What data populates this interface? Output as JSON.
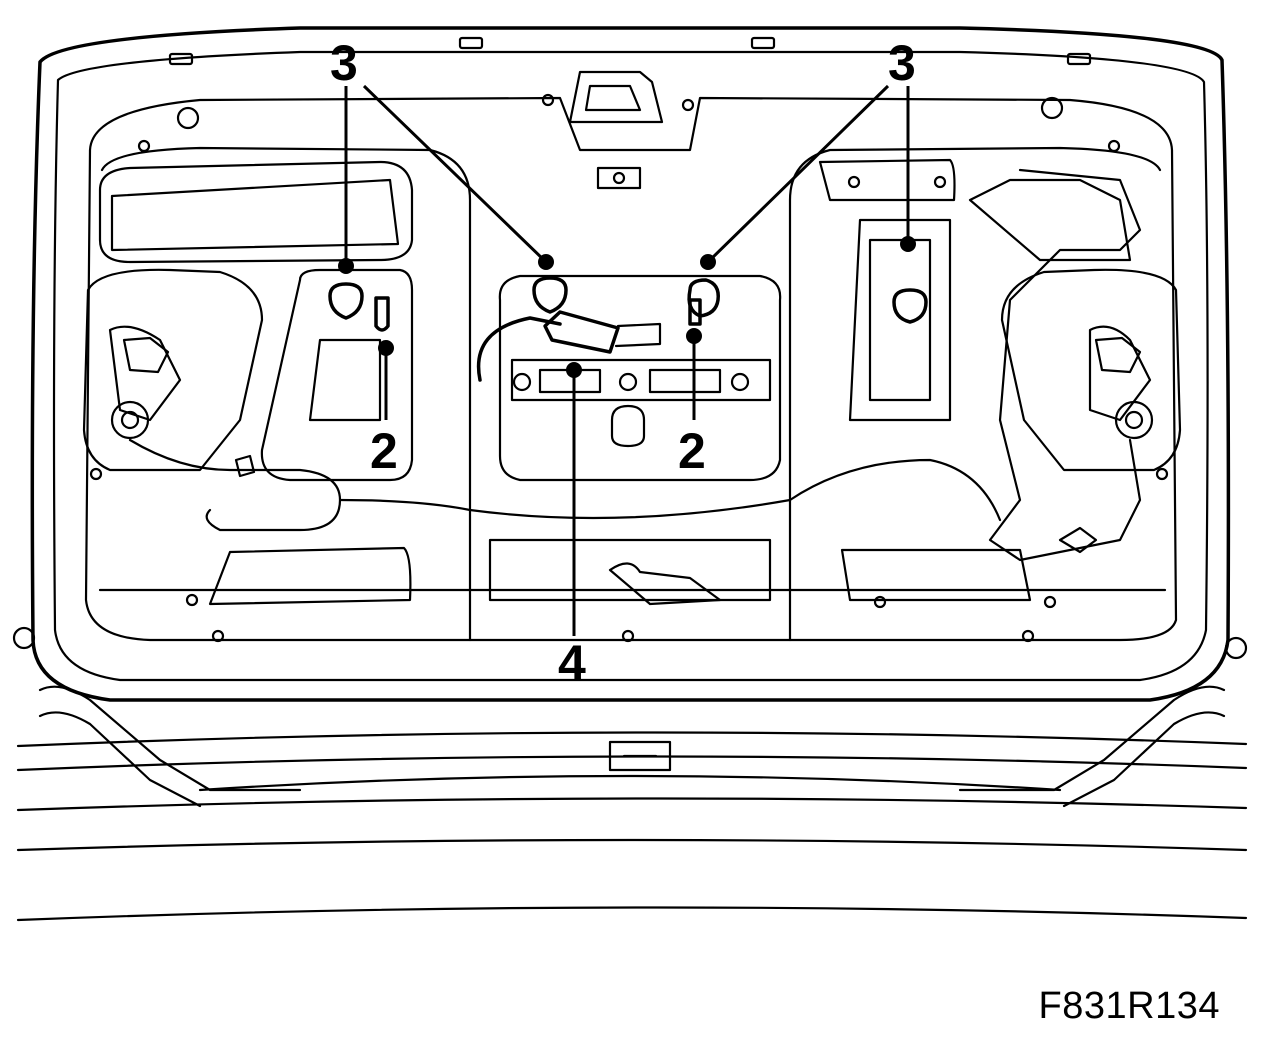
{
  "figure": {
    "id": "F831R134"
  },
  "callouts": {
    "c3_top_left": "3",
    "c3_top_right": "3",
    "c2_left": "2",
    "c2_right": "2",
    "c4_bottom": "4"
  }
}
